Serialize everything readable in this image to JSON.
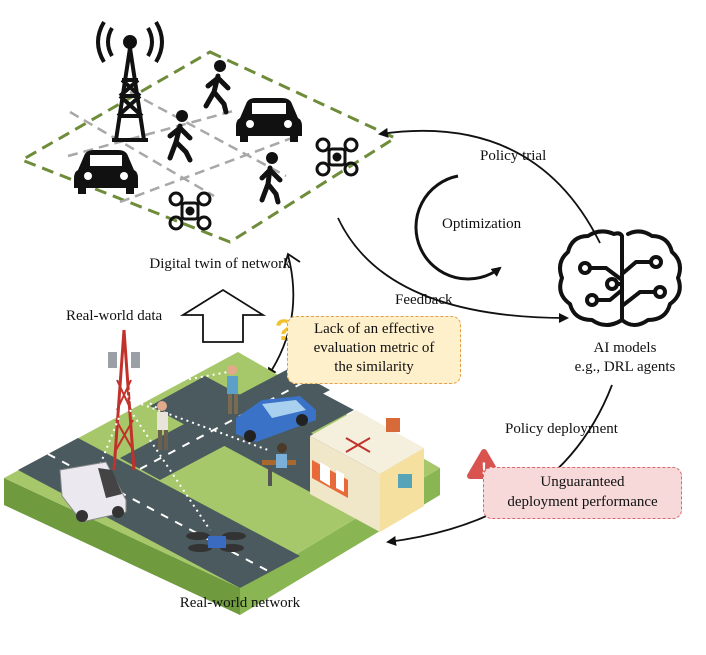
{
  "labels": {
    "digital_twin": "Digital twin of network",
    "real_world_data": "Real-world data",
    "real_world_network": "Real-world network",
    "policy_trial": "Policy trial",
    "optimization": "Optimization",
    "feedback": "Feedback",
    "ai_models_line1": "AI models",
    "ai_models_line2": "e.g., DRL agents",
    "policy_deployment": "Policy deployment"
  },
  "callouts": {
    "similarity": {
      "line1": "Lack of an effective",
      "line2": "evaluation metric of",
      "line3": "the similarity"
    },
    "deployment": {
      "line1": "Unguaranteed",
      "line2": "deployment performance"
    }
  },
  "icons": {
    "question": "?",
    "warning": "!"
  },
  "colors": {
    "twin_border": "#6e8c3a",
    "grid_dash": "#a8a8a8",
    "grass": "#a6c76a",
    "grass_side": "#6f9a3e",
    "road": "#4b5a5e",
    "yellow_box": "#fff0cc",
    "red_box": "#f7d9da",
    "question_icon": "#f2c12e",
    "warning_icon": "#d9534f"
  }
}
